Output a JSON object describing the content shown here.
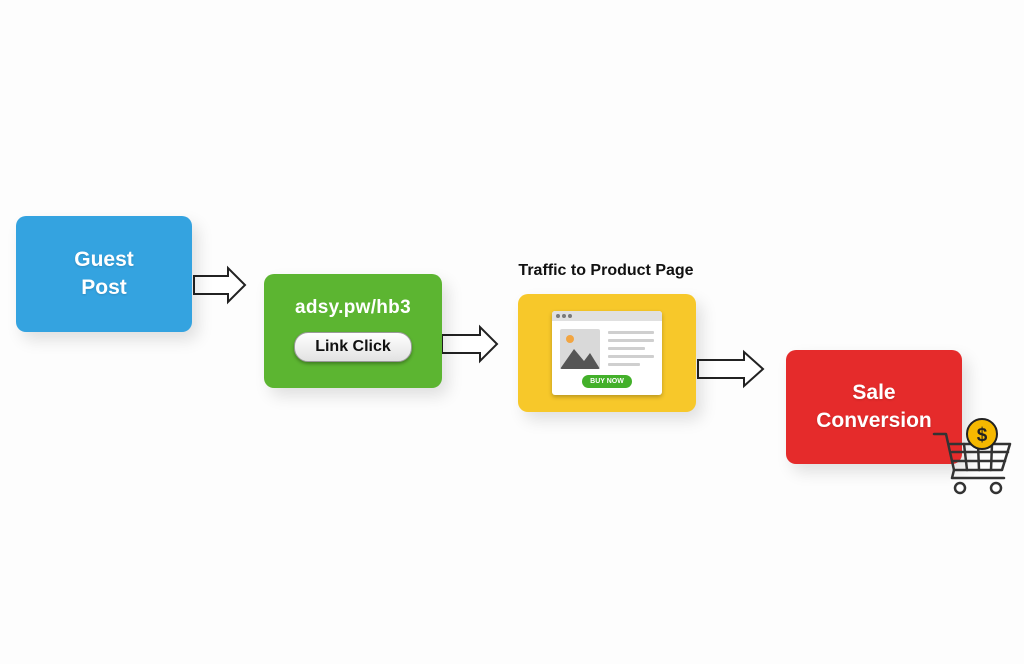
{
  "colors": {
    "guest": "#34a3e0",
    "link": "#5cb531",
    "traffic": "#f7c82a",
    "sale": "#e52b2b",
    "coin": "#f5b800"
  },
  "nodes": {
    "guest_post": {
      "line1": "Guest",
      "line2": "Post"
    },
    "link_click": {
      "url": "adsy.pw/hb3",
      "button": "Link Click"
    },
    "traffic": {
      "caption": "Traffic to Product Page",
      "buy_label": "BUY NOW"
    },
    "sale": {
      "line1": "Sale",
      "line2": "Conversion",
      "coin_symbol": "$"
    }
  },
  "icons": {
    "browser": "browser-window-icon",
    "cart": "shopping-cart-icon",
    "coin": "dollar-coin-icon"
  }
}
